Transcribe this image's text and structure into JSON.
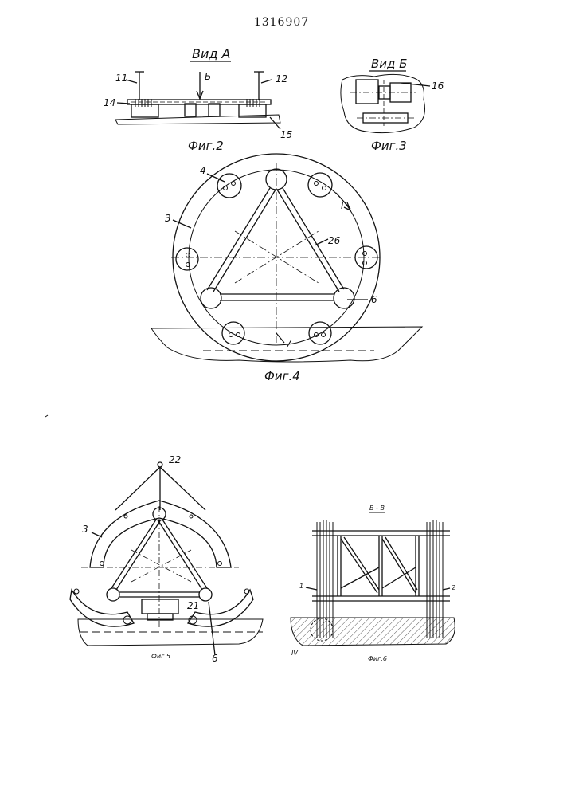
{
  "patent_number": "1316907",
  "fig2": {
    "view": "Вид А",
    "caption": "Фиг.2",
    "arrow": "Б",
    "labels": [
      "11",
      "12",
      "14",
      "15"
    ]
  },
  "fig3": {
    "view": "Вид Б",
    "caption": "Фиг.3",
    "labels": [
      "16"
    ]
  },
  "fig4": {
    "caption": "Фиг.4",
    "arrow": "Г",
    "labels": [
      "3",
      "4",
      "26",
      "6",
      "7"
    ]
  },
  "fig5": {
    "caption": "Фиг.5",
    "labels": [
      "22",
      "3",
      "21",
      "6"
    ]
  },
  "fig6": {
    "section": "В - В",
    "caption": "Фиг.6",
    "labels": [
      "1",
      "2",
      "IV"
    ]
  }
}
